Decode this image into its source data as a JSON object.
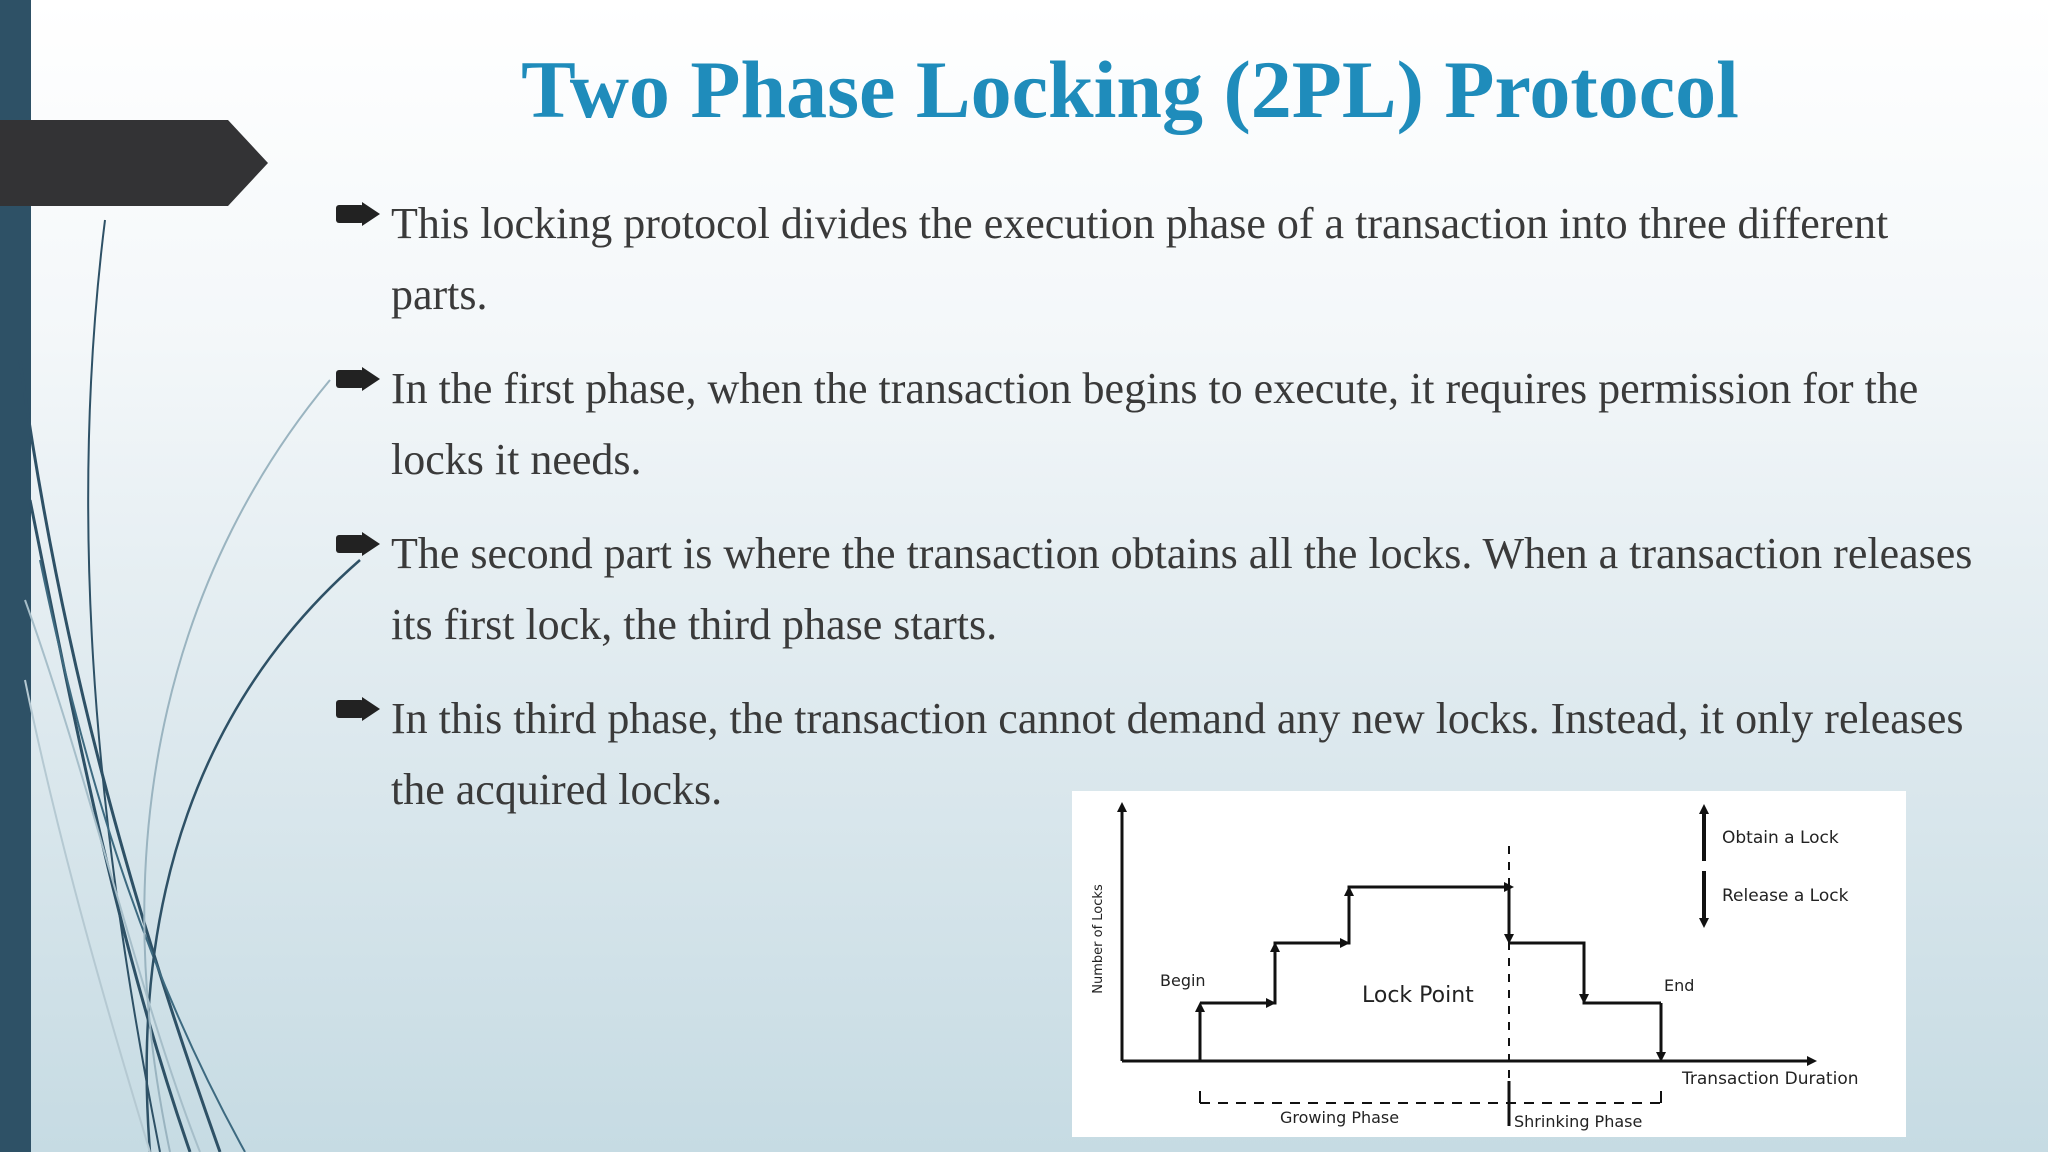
{
  "slide": {
    "title": "Two Phase Locking (2PL) Protocol",
    "bullets": [
      "This locking protocol divides the execution phase of a transaction into three different parts.",
      "In the first phase, when the transaction begins to execute, it requires permission for the locks it needs.",
      "The second part is where the transaction obtains all the locks. When a transaction releases its first lock, the third phase starts.",
      "In this third phase, the transaction cannot demand any new locks. Instead, it only releases the acquired locks."
    ]
  },
  "colors": {
    "title": "#1f8cbb",
    "body_text": "#3a3a3a",
    "left_bar": "#2e5166",
    "tab_arrow": "#333335"
  },
  "icons": {
    "bullet": "arrow-bullet-icon"
  },
  "diagram": {
    "y_axis_label": "Number of Locks",
    "x_axis_label": "Transaction Duration",
    "begin_label": "Begin",
    "end_label": "End",
    "lock_point_label": "Lock Point",
    "growing_phase_label": "Growing Phase",
    "shrinking_phase_label": "Shrinking Phase",
    "legend": {
      "obtain": "Obtain  a Lock",
      "release": "Release  a Lock"
    }
  }
}
